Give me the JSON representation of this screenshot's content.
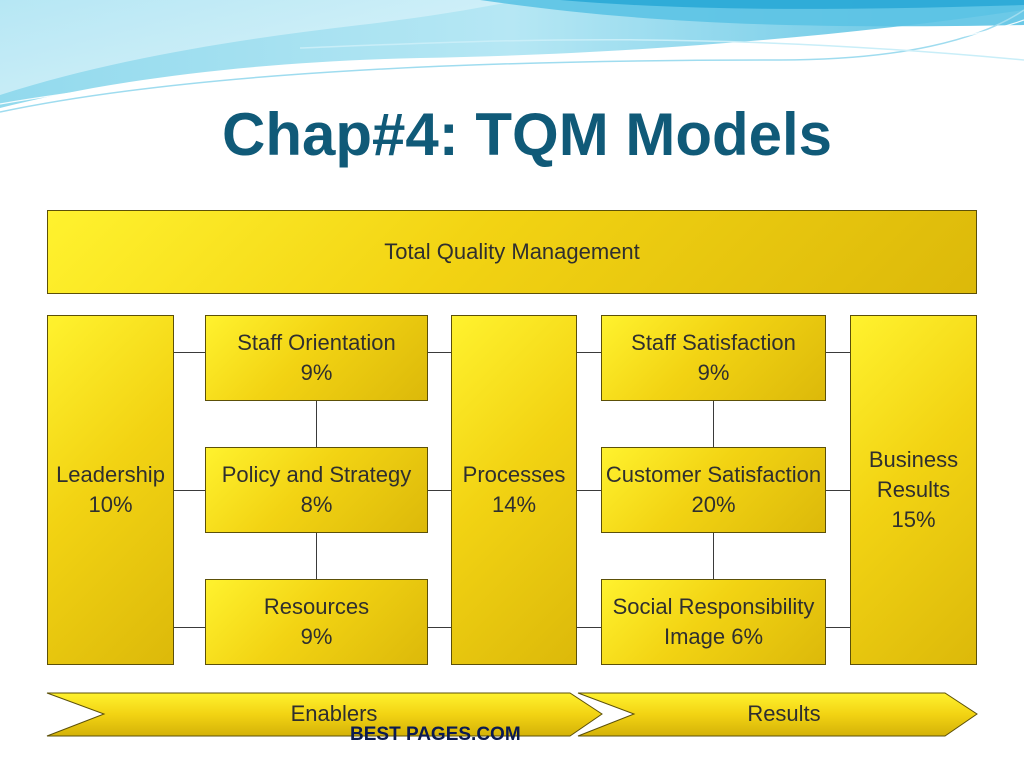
{
  "slide": {
    "title": "Chap#4: TQM Models",
    "watermark": "BEST PAGES.COM"
  },
  "diagram": {
    "top_bar": "Total Quality Management",
    "leadership": {
      "name": "Leadership",
      "weight": "10%"
    },
    "staff_orientation": {
      "name": "Staff Orientation",
      "weight": "9%"
    },
    "policy_strategy": {
      "name": "Policy and Strategy",
      "weight": "8%"
    },
    "resources": {
      "name": "Resources",
      "weight": "9%"
    },
    "processes": {
      "name": "Processes",
      "weight": "14%"
    },
    "staff_satisfaction": {
      "name": "Staff Satisfaction",
      "weight": "9%"
    },
    "customer_satisfaction": {
      "name": "Customer Satisfaction",
      "weight": "20%"
    },
    "social_responsibility": {
      "line1": "Social Responsibility",
      "line2": "Image 6%"
    },
    "business_results": {
      "line1": "Business",
      "line2": "Results",
      "weight": "15%"
    },
    "enablers": "Enablers",
    "results": "Results"
  },
  "colors": {
    "title": "#105a78",
    "box_fill": "#f2d313",
    "box_border": "#5c5008",
    "connector": "#3a3a3a"
  }
}
